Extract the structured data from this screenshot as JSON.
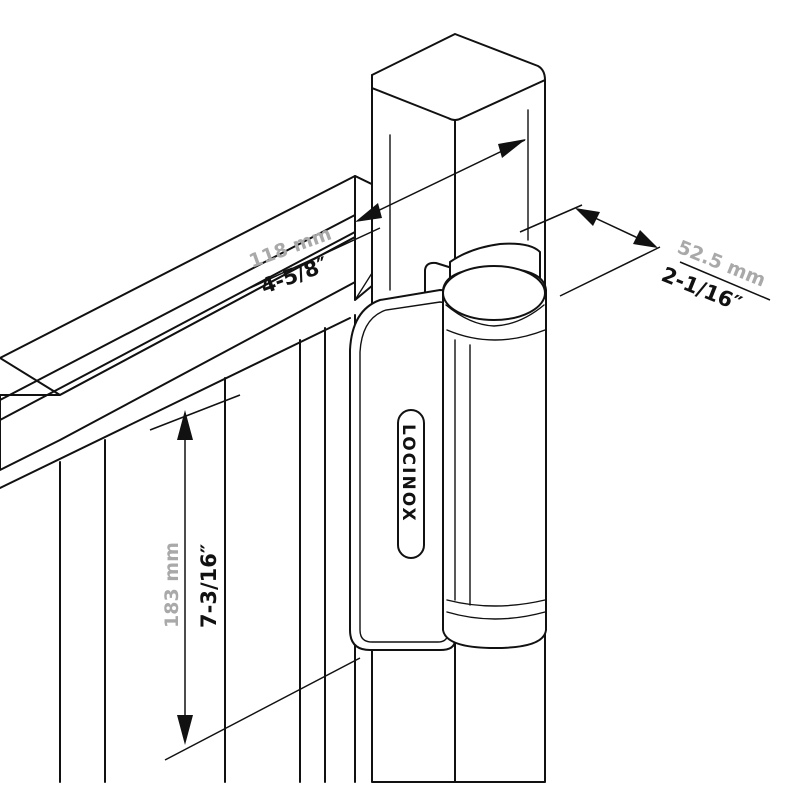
{
  "dimensions": {
    "width": {
      "metric": "118 mm",
      "imperial": "4-5/8″"
    },
    "depth": {
      "metric": "52.5 mm",
      "imperial": "2-1/16″"
    },
    "height": {
      "metric": "183 mm",
      "imperial": "7-3/16″"
    }
  },
  "brand": {
    "logo_text": "LOCINOX"
  },
  "icons": [
    "gate-post",
    "gate-rail",
    "hinge-body",
    "hinge-barrel",
    "dimension-arrow"
  ]
}
